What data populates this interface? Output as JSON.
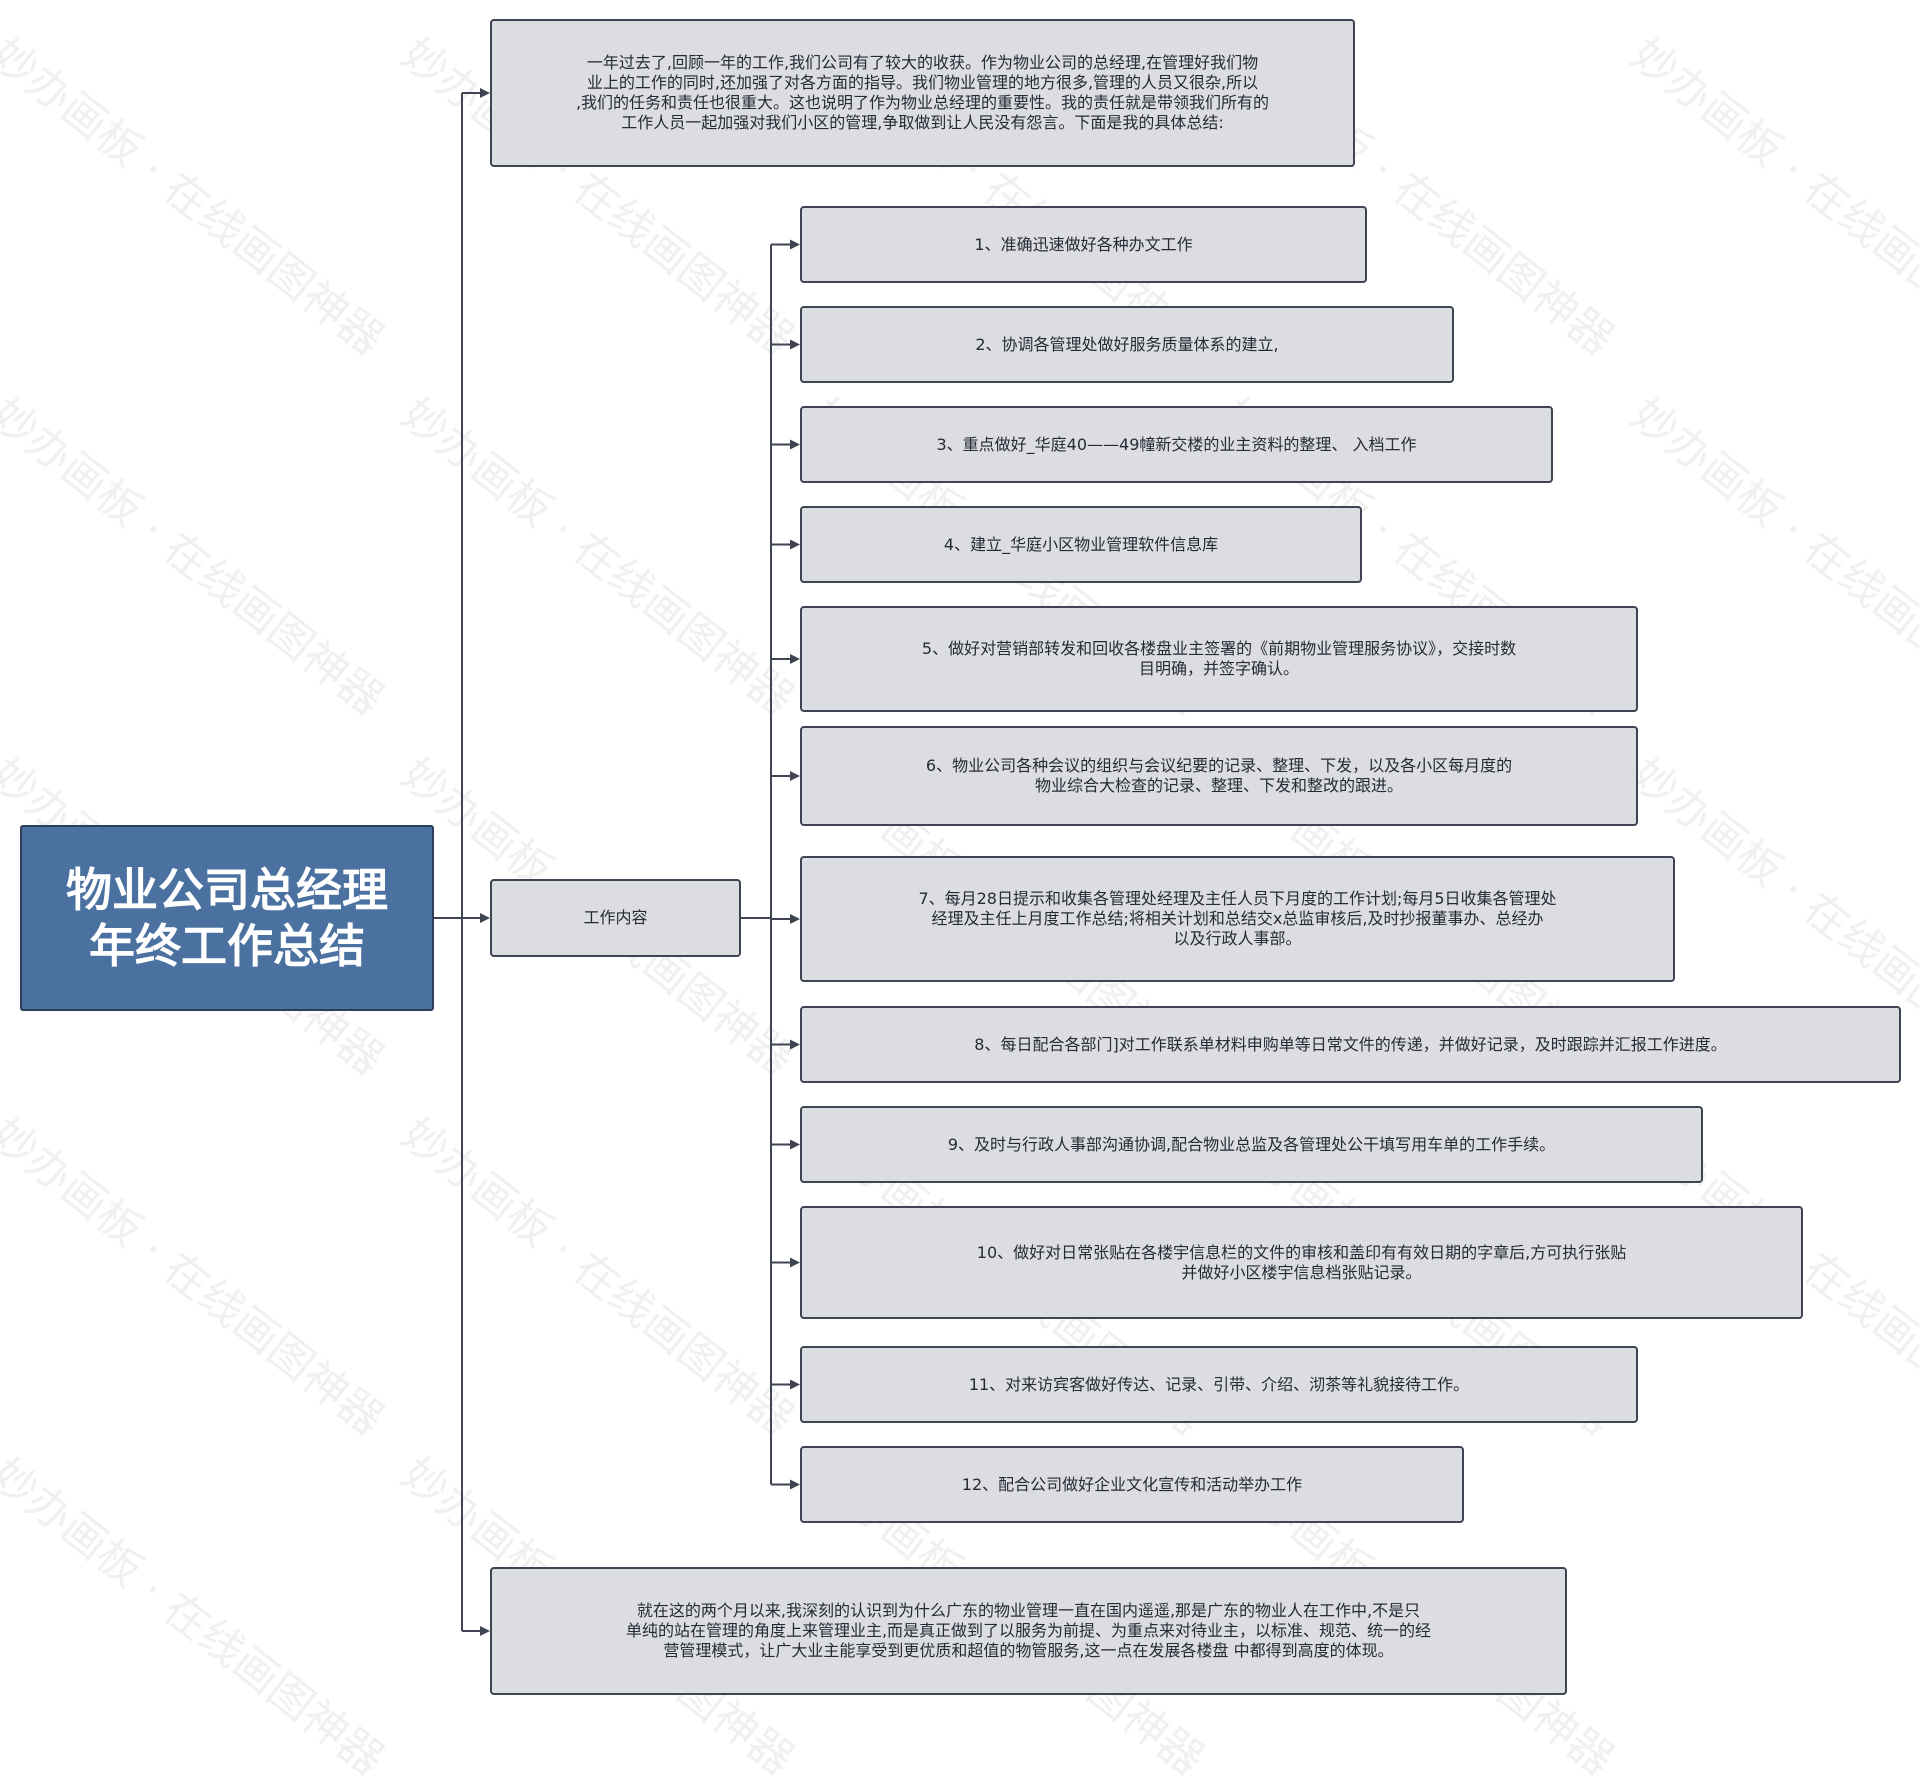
{
  "root": {
    "line1": "物业公司总经理",
    "line2": "年终工作总结"
  },
  "intro": {
    "line1": "一年过去了,回顾一年的工作,我们公司有了较大的收获。作为物业公司的总经理,在管理好我们物",
    "line2": "业上的工作的同时,还加强了对各方面的指导。我们物业管理的地方很多,管理的人员又很杂,所以",
    "line3": ",我们的任务和责任也很重大。这也说明了作为物业总经理的重要性。我的责任就是带领我们所有的",
    "line4": "工作人员一起加强对我们小区的管理,争取做到让人民没有怨言。下面是我的具体总结:"
  },
  "work": {
    "label": "工作内容"
  },
  "items": [
    {
      "lines": [
        "1、准确迅速做好各种办文工作"
      ]
    },
    {
      "lines": [
        "2、协调各管理处做好服务质量体系的建立,"
      ]
    },
    {
      "lines": [
        "3、重点做好_华庭40——49幢新交楼的业主资料的整理、 入档工作"
      ]
    },
    {
      "lines": [
        "4、建立_华庭小区物业管理软件信息库"
      ]
    },
    {
      "lines": [
        "5、做好对营销部转发和回收各楼盘业主签署的《前期物业管理服务协议》，交接时数",
        "目明确，并签字确认。"
      ]
    },
    {
      "lines": [
        "6、物业公司各种会议的组织与会议纪要的记录、整理、下发，以及各小区每月度的",
        "物业综合大检查的记录、整理、下发和整改的跟进。"
      ]
    },
    {
      "lines": [
        "7、每月28日提示和收集各管理处经理及主任人员下月度的工作计划;每月5日收集各管理处",
        "经理及主任上月度工作总结;将相关计划和总结交x总监审核后,及时抄报董事办、总经办",
        "以及行政人事部。"
      ]
    },
    {
      "lines": [
        "8、每日配合各部门]对工作联系单材料申购单等日常文件的传递，并做好记录，及时跟踪并汇报工作进度。"
      ]
    },
    {
      "lines": [
        "9、及时与行政人事部沟通协调,配合物业总监及各管理处公干填写用车单的工作手续。"
      ]
    },
    {
      "lines": [
        "10、做好对日常张贴在各楼宇信息栏的文件的审核和盖印有有效日期的字章后,方可执行张贴",
        "并做好小区楼宇信息档张贴记录。"
      ]
    },
    {
      "lines": [
        "11、对来访宾客做好传达、记录、引带、介绍、沏茶等礼貌接待工作。"
      ]
    },
    {
      "lines": [
        "12、配合公司做好企业文化宣传和活动举办工作"
      ]
    }
  ],
  "conclusion": {
    "line1": "就在这的两个月以来,我深刻的认识到为什么广东的物业管理一直在国内遥遥,那是广东的物业人在工作中,不是只",
    "line2": "单纯的站在管理的角度上来管理业主,而是真正做到了以服务为前提、为重点来对待业主，以标准、规范、统一的经",
    "line3": "营管理模式，让广大业主能享受到更优质和超值的物管服务,这一点在发展各楼盘 中都得到高度的体现。"
  },
  "watermark": {
    "text": "妙办画板 · 在线画图神器"
  },
  "colors": {
    "root_fill": "#4a71a0",
    "node_fill": "#dcdde2",
    "border": "#3e4451",
    "line": "#3e4451"
  }
}
